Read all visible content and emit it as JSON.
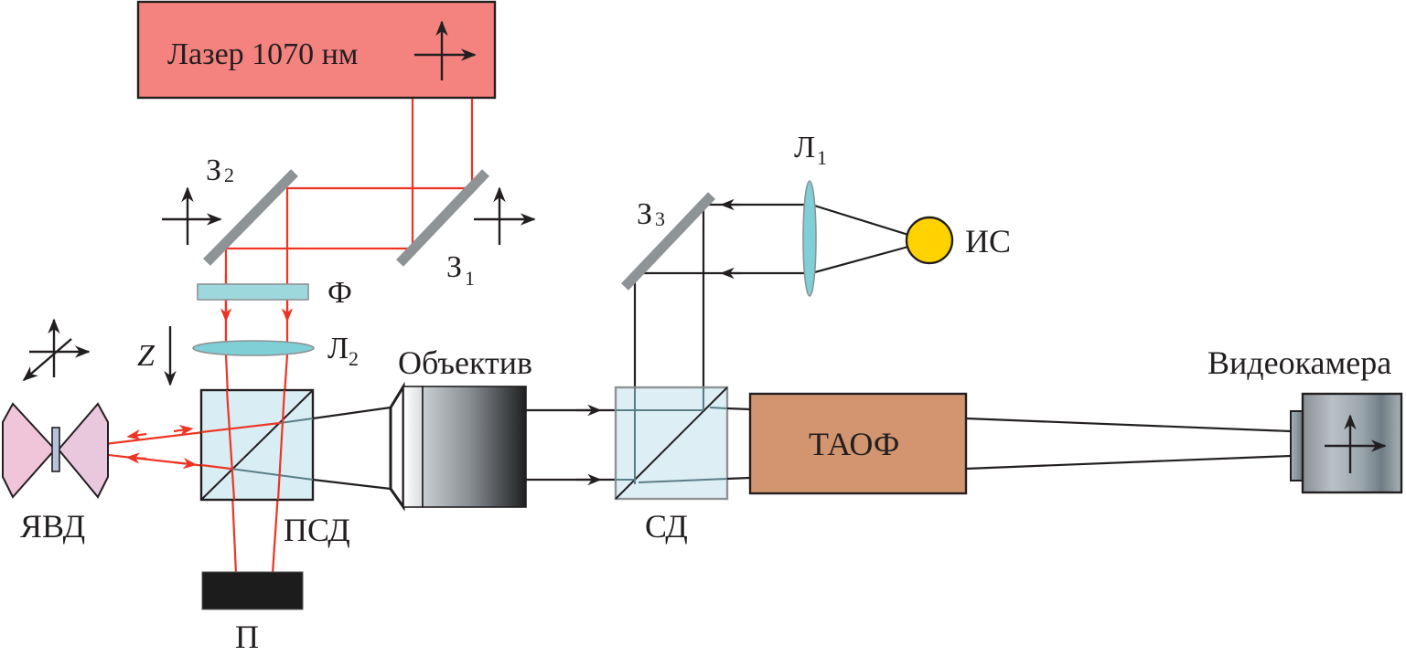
{
  "title": "Optical setup: laser tweezers with acousto-optic tunable filter imaging",
  "colors": {
    "laser_box": "#f4827e",
    "laser_beam": "#ee3524",
    "mirror": "#8e9396",
    "optic_glass": "#7ecfd6",
    "cube_glass": "#d9edf4",
    "dac_pink": "#f0c4d9",
    "light_source": "#ffd200",
    "taof_box": "#d39570",
    "dark_trap": "#1c1c1c"
  },
  "components": {
    "laser": {
      "label": "Лазер 1070 нм"
    },
    "mirror1": {
      "label": "З",
      "sub": "1"
    },
    "mirror2": {
      "label": "З",
      "sub": "2"
    },
    "mirror3": {
      "label": "З",
      "sub": "3"
    },
    "filter": {
      "label": "Ф"
    },
    "lens2": {
      "label": "Л",
      "sub": "2"
    },
    "lens1": {
      "label": "Л",
      "sub": "1"
    },
    "z_axis": {
      "label": "Z"
    },
    "dac": {
      "label": "ЯВД"
    },
    "pol_beamsplitter": {
      "label": "ПСД"
    },
    "beam_dump": {
      "label": "П"
    },
    "objective": {
      "label": "Объектив"
    },
    "beamsplitter": {
      "label": "СД"
    },
    "light_source": {
      "label": "ИС"
    },
    "taof": {
      "label": "ТАОФ"
    },
    "camera": {
      "label": "Видеокамера"
    }
  }
}
